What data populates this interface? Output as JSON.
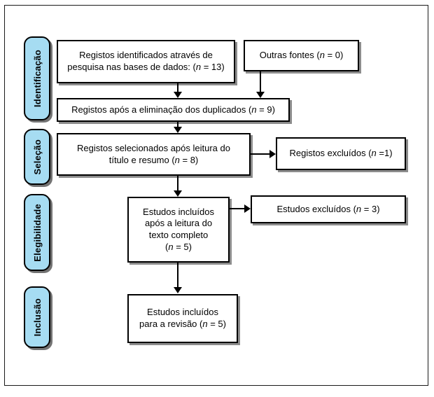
{
  "figure": {
    "type": "prisma-flow-diagram",
    "language": "pt",
    "accent_color": "#A6DCF2",
    "line_color": "#000000",
    "background_color": "#FFFFFF"
  },
  "stages": [
    {
      "id": "identificacao",
      "label": "Identificação"
    },
    {
      "id": "selecao",
      "label": "Seleção"
    },
    {
      "id": "elegibilidade",
      "label": "Elegibilidade"
    },
    {
      "id": "inclusao",
      "label": "Inclusão"
    }
  ],
  "boxes": {
    "records_identified": {
      "line1": "Registos identificados através de",
      "line2_pre": "pesquisa nas bases de dados: (",
      "line2_italic": "n",
      "line2_post": " = 13)"
    },
    "other_sources": {
      "pre": "Outras fontes (",
      "italic": "n",
      "post": " = 0)"
    },
    "after_duplicates": {
      "pre": "Registos após a eliminação dos duplicados (",
      "italic": "n",
      "post": " = 9)"
    },
    "records_screened": {
      "line1": "Registos selecionados após leitura do",
      "line2_pre": "título e resumo (",
      "line2_italic": "n",
      "line2_post": " = 8)"
    },
    "records_excluded": {
      "pre": "Registos excluídos (",
      "italic": "n",
      "post": " =1)"
    },
    "fulltext_assessed": {
      "line1": "Estudos incluídos",
      "line2": "após a leitura do",
      "line3": "texto completo",
      "line4_pre": "(",
      "line4_italic": "n",
      "line4_post": " = 5)"
    },
    "fulltext_excluded": {
      "pre": "Estudos excluídos (",
      "italic": "n",
      "post": " = 3)"
    },
    "studies_included": {
      "line1": "Estudos incluídos",
      "line2_pre": "para a revisão (",
      "line2_italic": "n",
      "line2_post": " = 5)"
    }
  },
  "chart_data": {
    "type": "diagram",
    "title": "PRISMA flow diagram",
    "nodes": [
      {
        "id": "records_identified",
        "stage": "Identificação",
        "label": "Registos identificados através de pesquisa nas bases de dados: (n = 13)",
        "n": 13
      },
      {
        "id": "other_sources",
        "stage": "Identificação",
        "label": "Outras fontes (n = 0)",
        "n": 0
      },
      {
        "id": "after_duplicates",
        "stage": "Identificação",
        "label": "Registos após a eliminação dos duplicados (n = 9)",
        "n": 9
      },
      {
        "id": "records_screened",
        "stage": "Seleção",
        "label": "Registos selecionados após leitura do título e resumo (n = 8)",
        "n": 8
      },
      {
        "id": "records_excluded",
        "stage": "Seleção",
        "label": "Registos excluídos (n =1)",
        "n": 1
      },
      {
        "id": "fulltext_assessed",
        "stage": "Elegibilidade",
        "label": "Estudos incluídos após a leitura do texto completo (n = 5)",
        "n": 5
      },
      {
        "id": "fulltext_excluded",
        "stage": "Elegibilidade",
        "label": "Estudos excluídos (n = 3)",
        "n": 3
      },
      {
        "id": "studies_included",
        "stage": "Inclusão",
        "label": "Estudos incluídos para a revisão (n = 5)",
        "n": 5
      }
    ],
    "edges": [
      {
        "from": "records_identified",
        "to": "after_duplicates"
      },
      {
        "from": "other_sources",
        "to": "after_duplicates"
      },
      {
        "from": "after_duplicates",
        "to": "records_screened"
      },
      {
        "from": "records_screened",
        "to": "records_excluded"
      },
      {
        "from": "records_screened",
        "to": "fulltext_assessed"
      },
      {
        "from": "fulltext_assessed",
        "to": "fulltext_excluded"
      },
      {
        "from": "fulltext_assessed",
        "to": "studies_included"
      }
    ]
  }
}
